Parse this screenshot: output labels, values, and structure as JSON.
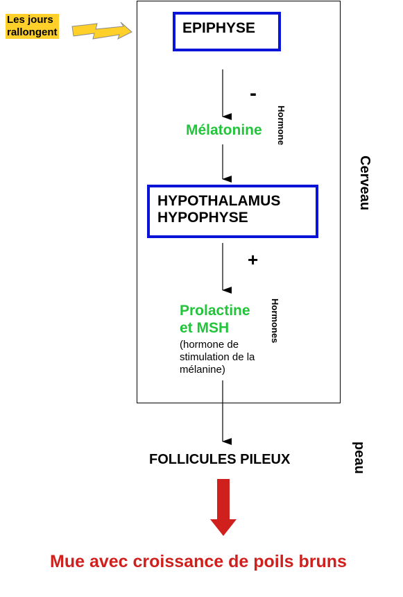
{
  "trigger": {
    "line1": "Les jours",
    "line2": "rallongent"
  },
  "nodes": {
    "epiphyse": "EPIPHYSE",
    "melatonine": "Mélatonine",
    "hypothalamus": "HYPOTHALAMUS",
    "hypophyse": "HYPOPHYSE",
    "prolactine_line1": "Prolactine",
    "prolactine_line2": "et MSH",
    "msh_note_line1": "(hormone de",
    "msh_note_line2": "stimulation de la",
    "msh_note_line3": "mélanine)",
    "follicules": "FOLLICULES PILEUX",
    "result": "Mue avec croissance de poils bruns"
  },
  "side_labels": {
    "hormone": "Hormone",
    "hormones": "Hormones",
    "cerveau": "Cerveau",
    "peau": "peau"
  },
  "signs": {
    "inhibit": "-",
    "stimulate": "+"
  },
  "colors": {
    "box_border": "#0a14d8",
    "hormone_text": "#22c43a",
    "result_text": "#d0201e",
    "result_arrow": "#d0201e",
    "trigger_bg": "#ffd02a",
    "lightning": "#ffd02a"
  }
}
